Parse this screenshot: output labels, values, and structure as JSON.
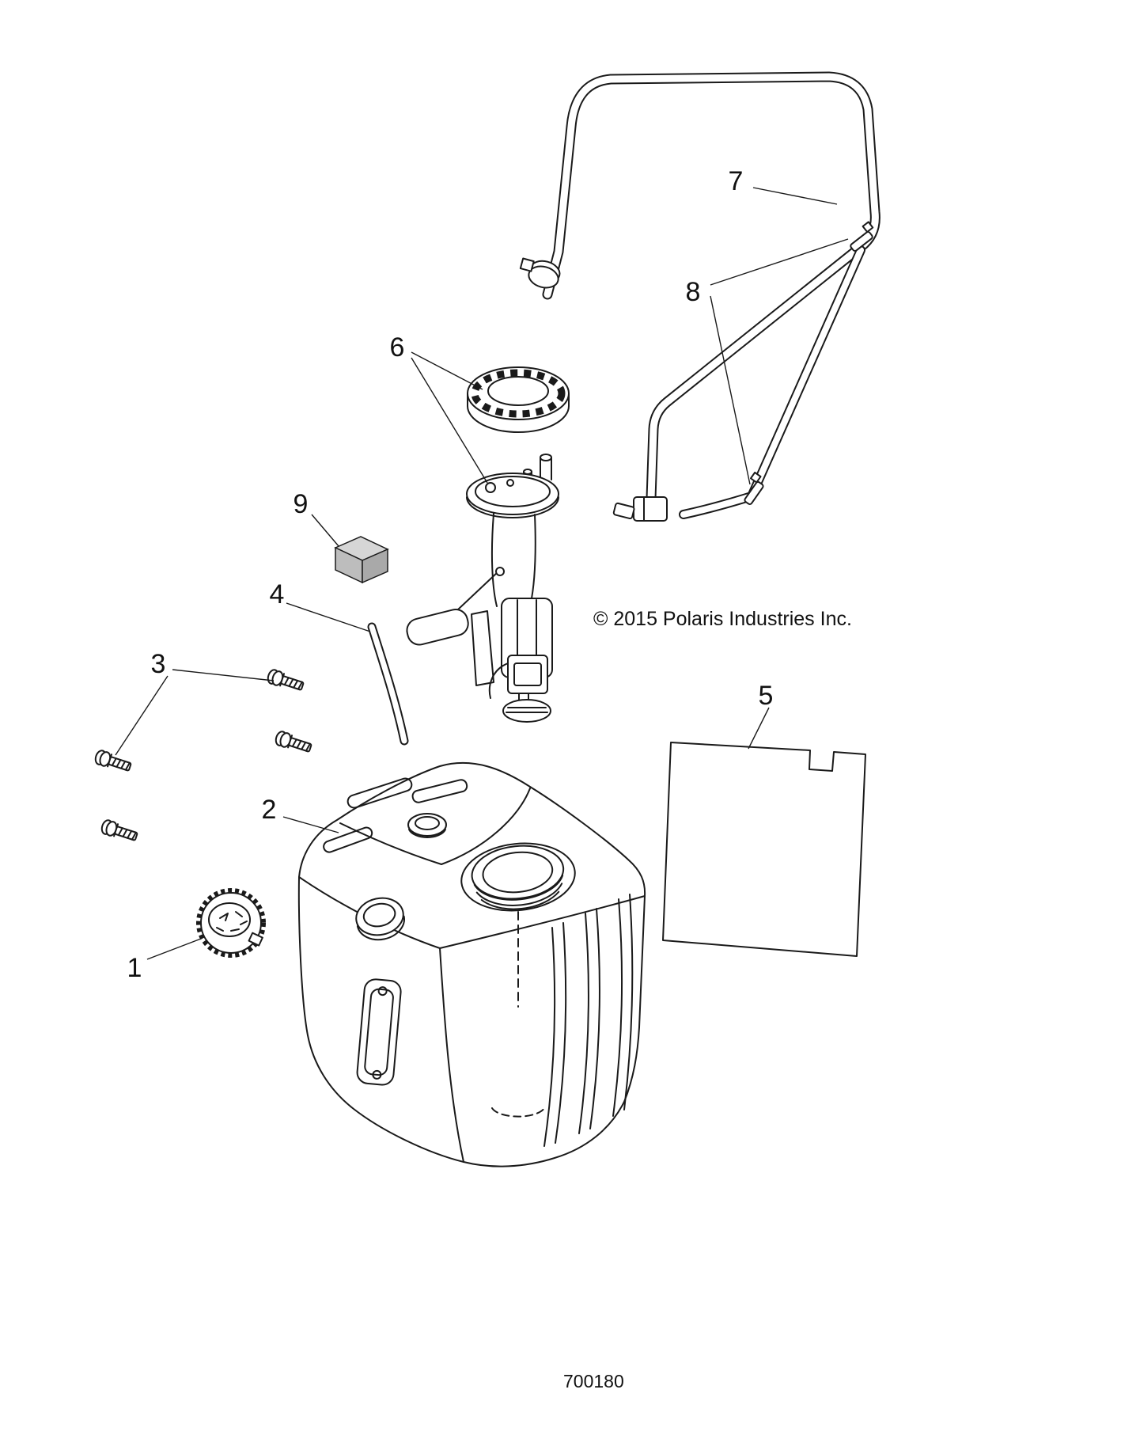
{
  "diagram": {
    "copyright": "© 2015 Polaris Industries Inc.",
    "figure_number": "700180",
    "callouts": [
      {
        "id": 1,
        "label": "1"
      },
      {
        "id": 2,
        "label": "2"
      },
      {
        "id": 3,
        "label": "3"
      },
      {
        "id": 4,
        "label": "4"
      },
      {
        "id": 5,
        "label": "5"
      },
      {
        "id": 6,
        "label": "6"
      },
      {
        "id": 7,
        "label": "7"
      },
      {
        "id": 8,
        "label": "8"
      },
      {
        "id": 9,
        "label": "9"
      }
    ]
  }
}
